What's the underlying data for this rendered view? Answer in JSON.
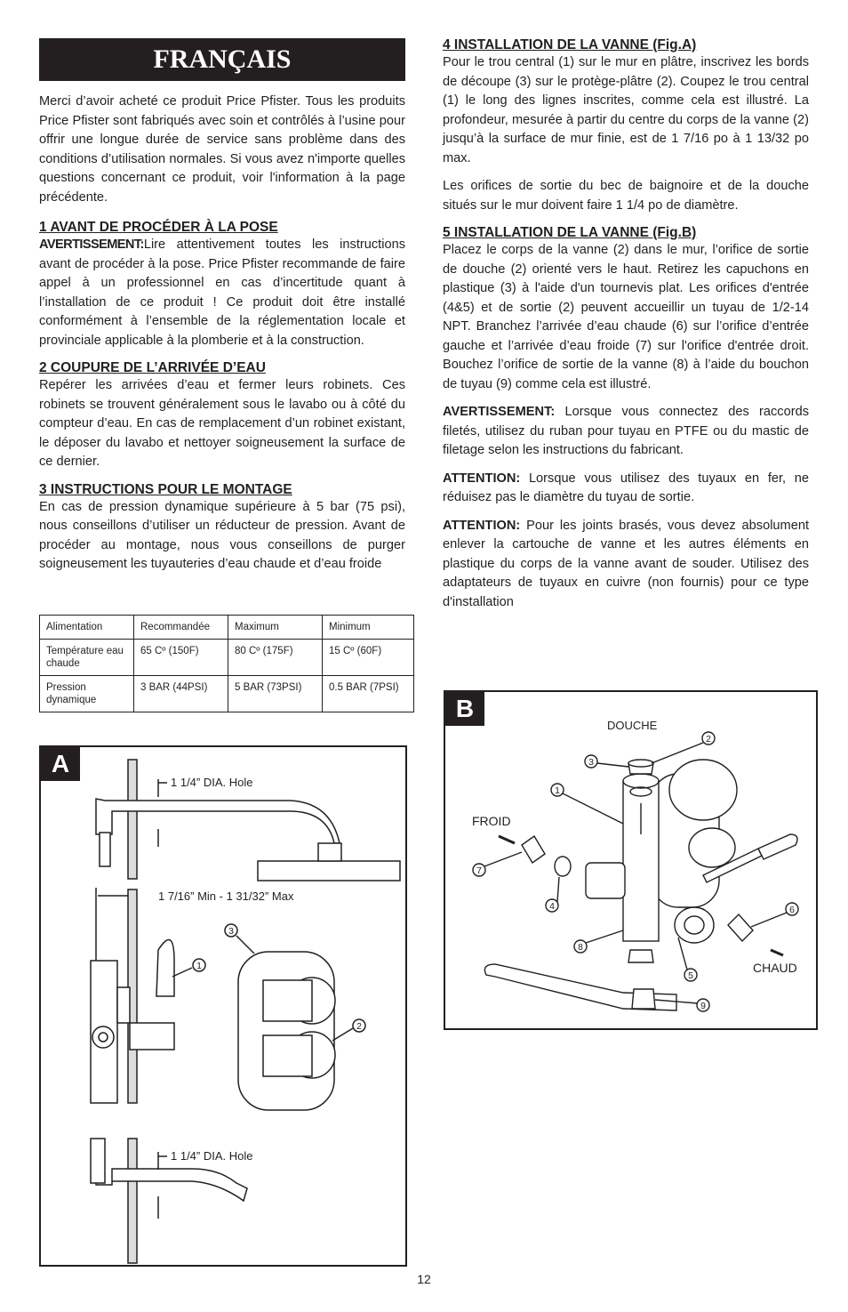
{
  "title": "FRANÇAIS",
  "intro": "Merci d’avoir acheté ce produit Price Pfister. Tous les produits Price Pfister sont fabriqués avec soin et contrôlés à l’usine pour offrir une longue durée de service sans problème dans des conditions d’utilisation normales. Si vous avez n'importe quelles questions concernant ce produit, voir l'information à la page précédente.",
  "s1": {
    "heading": "1   AVANT DE PROCÉDER À LA POSE",
    "label": "AVERTISSEMENT:",
    "text": "Lire attentivement toutes les instructions avant de procéder à la pose. Price Pfister recommande de faire appel à un professionnel en cas d’incertitude quant à l’installation de ce produit ! Ce produit doit être installé conformément à l’ensemble de la réglementation locale et provinciale applicable à la plomberie et à la construction."
  },
  "s2": {
    "heading": "2   COUPURE DE L’ARRIVÉE D’EAU",
    "text": "Repérer les arrivées d’eau et fermer leurs robinets. Ces robinets se trouvent généralement sous le lavabo ou à côté du compteur d’eau. En cas de remplacement d’un robinet existant, le déposer du lavabo et nettoyer soigneusement la surface de ce dernier."
  },
  "s3": {
    "heading": "3  INSTRUCTIONS POUR LE MONTAGE",
    "text": "En cas de pression dynamique supérieure à 5 bar (75 psi), nous conseillons d’utiliser un réducteur de pression. Avant de procéder au montage, nous vous conseillons de purger soigneusement les tuyauteries d’eau chaude et d’eau froide"
  },
  "table": {
    "headers": [
      "Alimentation",
      "Recommandée",
      "Maximum",
      "Minimum"
    ],
    "rows": [
      [
        "Température eau chaude",
        "65 Cº (150F)",
        "80 Cº (175F)",
        "15 Cº (60F)"
      ],
      [
        "Pression dynamique",
        "3 BAR (44PSI)",
        "5 BAR (73PSI)",
        "0.5 BAR (7PSI)"
      ]
    ]
  },
  "s4": {
    "heading": "4  INSTALLATION DE LA VANNE (Fig.A)",
    "p1": "Pour le trou central (1) sur le mur en plâtre, inscrivez les bords de découpe (3) sur le protège-plâtre (2). Coupez le trou central (1) le long des lignes inscrites, comme cela est illustré. La profondeur, mesurée à partir du centre du corps de la vanne (2) jusqu’à la surface de mur finie, est de 1 7/16 po à 1 13/32 po max.",
    "p2": "Les orifices de sortie du bec de baignoire et de la douche situés sur le mur doivent faire 1 1/4 po de diamètre."
  },
  "s5": {
    "heading": "5  INSTALLATION DE LA VANNE (Fig.B)",
    "p1": "Placez le corps de la vanne (2) dans le mur, l’orifice de sortie de douche (2) orienté vers le haut. Retirez les capuchons en plastique (3) à l'aide d'un tournevis plat. Les orifices d'entrée (4&5) et de sortie (2) peuvent accueillir un tuyau de 1/2-14 NPT. Branchez l’arrivée d’eau chaude (6) sur l’orifice d’entrée gauche et l’arrivée d’eau froide (7) sur l'orifice d'entrée droit. Bouchez l’orifice de sortie de la vanne (8) à l’aide du bouchon de tuyau (9) comme cela est illustré.",
    "w_label": "AVERTISSEMENT:",
    "w_text": " Lorsque vous connectez des raccords filetés, utilisez du ruban pour tuyau en PTFE ou du mastic de filetage selon les instructions du fabricant.",
    "a1_label": "ATTENTION:",
    "a1_text": "  Lorsque vous utilisez des tuyaux en fer, ne réduisez pas le diamètre du tuyau de sortie.",
    "a2_label": "ATTENTION:",
    "a2_text": "   Pour les joints brasés, vous devez absolument enlever la cartouche de vanne et les autres éléments en plastique du corps de la vanne avant de souder. Utilisez des adaptateurs de tuyaux en cuivre (non fournis) pour ce type d'installation"
  },
  "figA": {
    "label": "A",
    "hole_top": "1 1/4” DIA. Hole",
    "depth": "1 7/16” Min  - 1 31/32” Max",
    "hole_bottom": "1 1/4” DIA. Hole",
    "n1": "1",
    "n2": "2",
    "n3": "3"
  },
  "figB": {
    "label": "B",
    "douche": "DOUCHE",
    "froid": "FROID",
    "chaud": "CHAUD",
    "n1": "1",
    "n2": "2",
    "n3": "3",
    "n4": "4",
    "n5": "5",
    "n6": "6",
    "n7": "7",
    "n8": "8",
    "n9": "9"
  },
  "page_number": "12"
}
